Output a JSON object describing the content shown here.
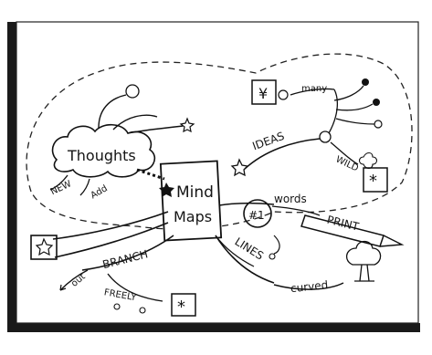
{
  "diagram": {
    "center": {
      "line1": "Mind",
      "line2": "Maps"
    },
    "labels": {
      "thoughts": "Thoughts",
      "new": "NEW",
      "add": "Add",
      "ideas": "IDEAS",
      "many": "many",
      "wild": "WILD",
      "words": "words",
      "hash_one": "#1",
      "print": "PRINT",
      "lines": "LINES",
      "curved": "curved",
      "branch": "BRANCH",
      "out": "out",
      "freely": "FREELY"
    },
    "colors": {
      "ink": "#151515",
      "paper": "#ffffff",
      "frame": "#222222"
    }
  }
}
